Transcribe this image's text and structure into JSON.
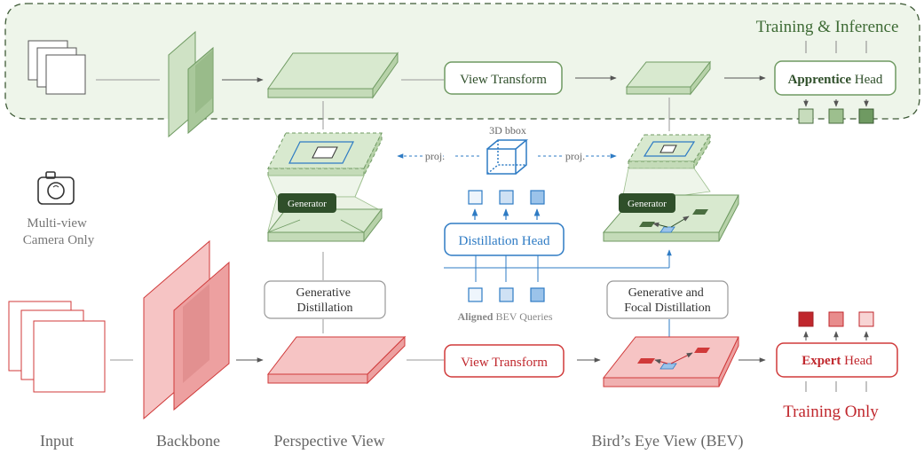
{
  "sections": {
    "training_inference": "Training & Inference",
    "camera_only": [
      "Multi-view",
      "Camera Only"
    ],
    "training_only": "Training Only"
  },
  "column_labels": {
    "input": "Input",
    "backbone": "Backbone",
    "perspective": "Perspective View",
    "bev": "Bird’s Eye View (BEV)"
  },
  "boxes": {
    "view_transform_top": "View Transform",
    "view_transform_bottom": "View Transform",
    "apprentice_bold": "Apprentice",
    "apprentice_rest": " Head",
    "expert_bold": "Expert",
    "expert_rest": " Head",
    "distillation_head": "Distillation Head",
    "generative_distillation": [
      "Generative",
      "Distillation"
    ],
    "generative_focal": [
      "Generative and",
      "Focal Distillation"
    ],
    "generator_left": "Generator",
    "generator_right": "Generator"
  },
  "annotations": {
    "bbox_label": "3D bbox",
    "proj_left": "proj.",
    "proj_right": "proj.",
    "aligned_bold": "Aligned",
    "aligned_rest": " BEV Queries"
  },
  "colors": {
    "green_fill": "#d8e9cf",
    "green_stroke": "#6f9a62",
    "green_dark": "#2f4f2a",
    "red_fill": "#f6c4c4",
    "red_stroke": "#d03a3a",
    "red_text": "#c0272d",
    "blue_stroke": "#2e7bc4",
    "blue_fill": "#d6e6f6",
    "gray_text": "#666666"
  },
  "icons": [
    "camera-icon",
    "cube-icon"
  ]
}
